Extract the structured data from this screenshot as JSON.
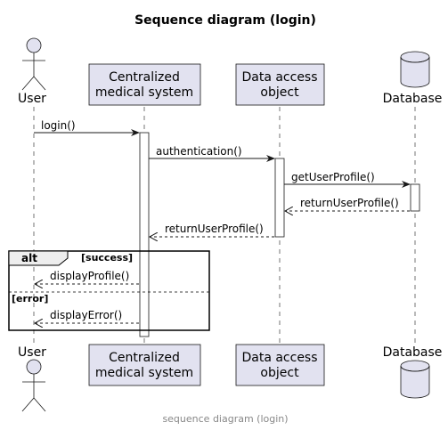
{
  "title": "Sequence diagram (login)",
  "caption": "sequence diagram (login)",
  "participants": {
    "user": "User",
    "system_line1": "Centralized",
    "system_line2": "medical system",
    "dao_line1": "Data access",
    "dao_line2": "object",
    "database": "Database"
  },
  "messages": {
    "login": "login()",
    "authentication": "authentication()",
    "getUserProfile": "getUserProfile()",
    "returnUserProfile_db": "returnUserProfile()",
    "returnUserProfile_dao": "returnUserProfile()",
    "displayProfile": "displayProfile()",
    "displayError": "displayError()"
  },
  "fragment": {
    "keyword": "alt",
    "guard_success": "[success]",
    "guard_error": "[error]"
  },
  "colors": {
    "participant_fill": "#e2e2f0",
    "line": "#181818",
    "caption": "#888888"
  }
}
